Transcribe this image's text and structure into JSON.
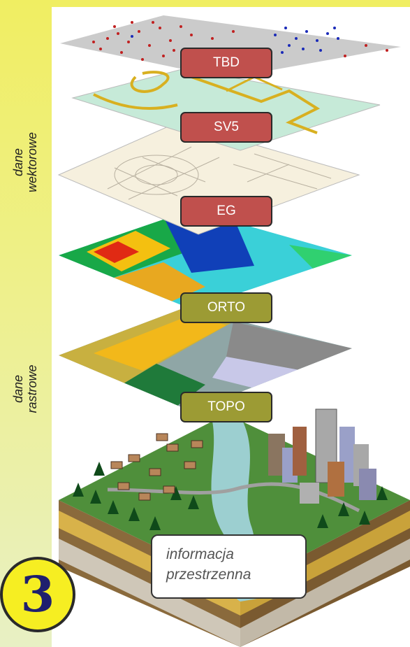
{
  "groups": {
    "vector": {
      "line1": "dane",
      "line2": "wektorowe"
    },
    "raster": {
      "line1": "dane",
      "line2": "rastrowe"
    }
  },
  "layers": {
    "tbd": "TBD",
    "sv5": "SV5",
    "eg": "EG",
    "orto": "ORTO",
    "topo": "TOPO"
  },
  "info_box": {
    "line1": "informacja",
    "line2": "przestrzenna"
  },
  "badge_number": "3",
  "colors": {
    "sidebar": "#f0ee62",
    "vector_label": "#c0504d",
    "raster_label": "#9c9b34",
    "badge": "#f6ee22",
    "badge_text": "#1f1f6e"
  }
}
